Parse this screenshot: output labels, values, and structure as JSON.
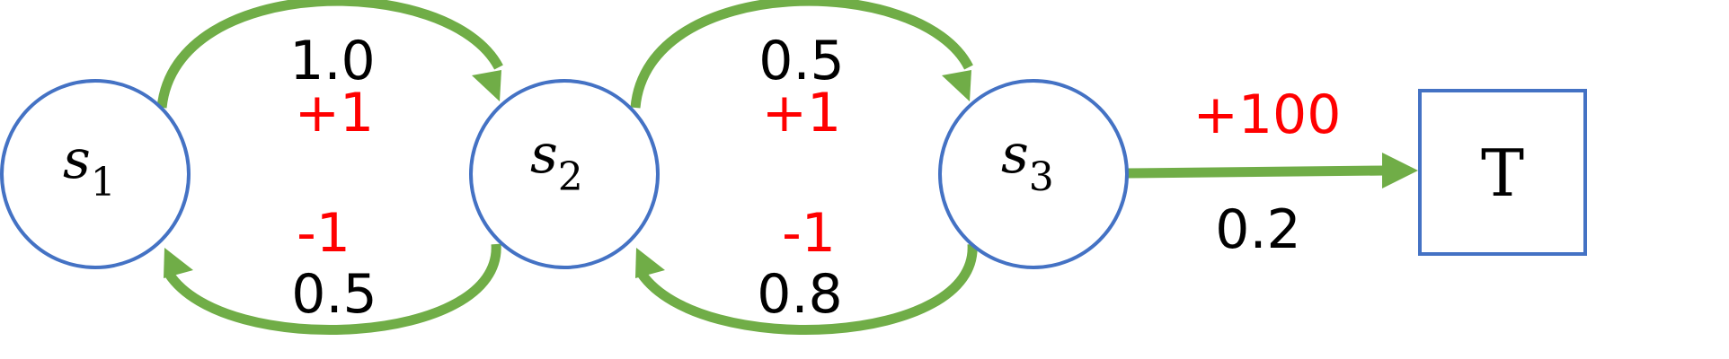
{
  "colors": {
    "node_stroke": "#4472c4",
    "edge": "#70ad47",
    "reward": "#ff0000",
    "probability": "#000000"
  },
  "states": [
    {
      "name": "s",
      "subscript": "1"
    },
    {
      "name": "s",
      "subscript": "2"
    },
    {
      "name": "s",
      "subscript": "3"
    }
  ],
  "terminal": {
    "label": "T"
  },
  "transitions": {
    "s1_to_s2": {
      "probability": "1.0",
      "reward": "+1"
    },
    "s2_to_s1": {
      "probability": "0.5",
      "reward": "-1"
    },
    "s2_to_s3": {
      "probability": "0.5",
      "reward": "+1"
    },
    "s3_to_s2": {
      "probability": "0.8",
      "reward": "-1"
    },
    "s3_to_t": {
      "probability": "0.2",
      "reward": "+100"
    }
  }
}
